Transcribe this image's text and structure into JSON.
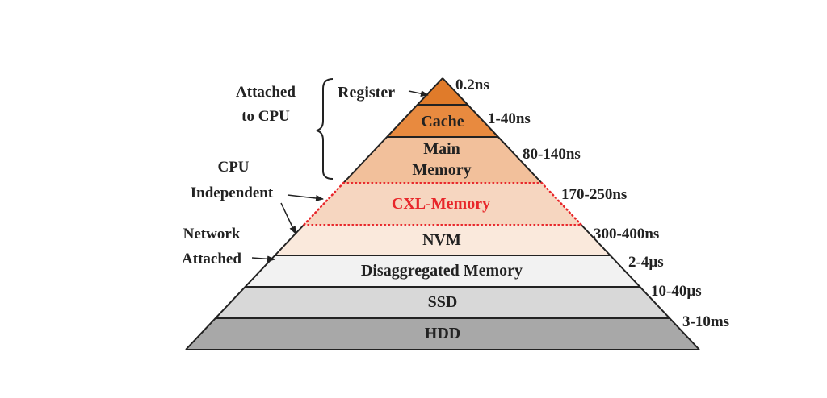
{
  "tiers": [
    {
      "lines": [
        "Register"
      ],
      "fill": "#e07b2a",
      "text_color": "#222222"
    },
    {
      "lines": [
        "Cache"
      ],
      "fill": "#e88a3f",
      "text_color": "#222222"
    },
    {
      "lines": [
        "Main",
        "Memory"
      ],
      "fill": "#f2c09b",
      "text_color": "#222222"
    },
    {
      "lines": [
        "CXL-Memory"
      ],
      "fill": "#f6d6c0",
      "text_color": "#e8262a"
    },
    {
      "lines": [
        "NVM"
      ],
      "fill": "#fae9dc",
      "text_color": "#222222"
    },
    {
      "lines": [
        "Disaggregated Memory"
      ],
      "fill": "#f2f2f2",
      "text_color": "#222222"
    },
    {
      "lines": [
        "SSD"
      ],
      "fill": "#d8d8d8",
      "text_color": "#222222"
    },
    {
      "lines": [
        "HDD"
      ],
      "fill": "#a8a8a8",
      "text_color": "#222222"
    }
  ],
  "latencies": [
    "0.2ns",
    "1-40ns",
    "80-140ns",
    "170-250ns",
    "300-400ns",
    "2-4µs",
    "10-40µs",
    "3-10ms"
  ],
  "side_labels": {
    "attached": [
      "Attached",
      "to CPU"
    ],
    "independent": [
      "CPU",
      "Independent"
    ],
    "network": [
      "Network",
      "Attached"
    ]
  },
  "colors": {
    "outline": "#222222",
    "cxl_border": "#e8262a"
  }
}
